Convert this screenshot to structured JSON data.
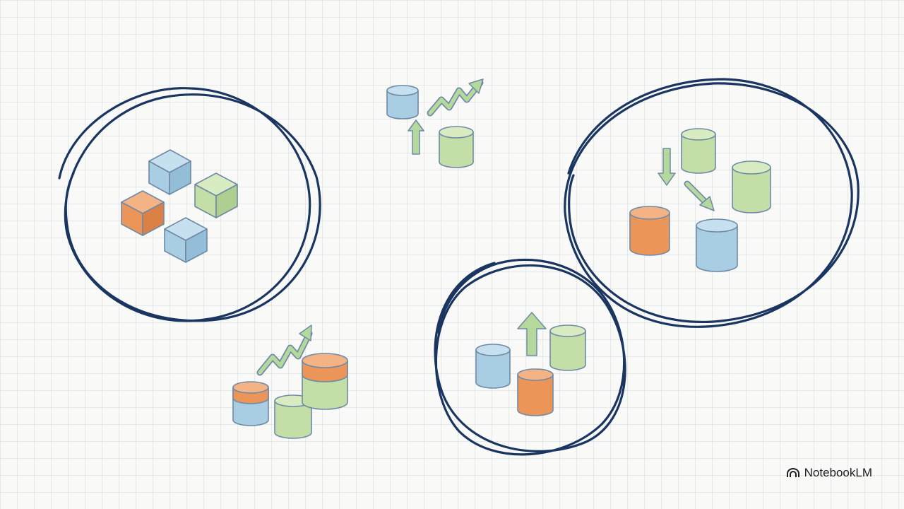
{
  "watermark": {
    "label": "NotebookLM",
    "icon": "notebooklm-logo-icon"
  },
  "colors": {
    "ink": "#1a3560",
    "outline": "#6f8aa6",
    "blue": "#a9cde3",
    "blue_top": "#c7e0ef",
    "green": "#c3dea7",
    "green_top": "#d8ebc1",
    "orange": "#eb9559",
    "orange_top": "#f3b385",
    "arrow_green": "#b5d89c"
  },
  "groups": [
    {
      "name": "cluster-left",
      "items": [
        "blue-cube",
        "green-cube",
        "orange-cube",
        "blue-cube"
      ]
    },
    {
      "name": "cluster-top-middle",
      "items": [
        "blue-cylinder",
        "up-arrow",
        "green-cylinder",
        "trend-arrow"
      ]
    },
    {
      "name": "cluster-right",
      "items": [
        "green-cylinder",
        "green-cylinder",
        "orange-cylinder",
        "blue-cylinder",
        "down-arrow",
        "diagonal-arrow"
      ]
    },
    {
      "name": "cluster-bottom-middle",
      "items": [
        "blue-cylinder",
        "green-cylinder",
        "orange-cylinder",
        "up-arrow"
      ]
    },
    {
      "name": "cluster-bottom-left",
      "items": [
        "orange-blue-cylinder",
        "green-cylinder",
        "orange-green-cylinder",
        "trend-arrow"
      ]
    }
  ]
}
